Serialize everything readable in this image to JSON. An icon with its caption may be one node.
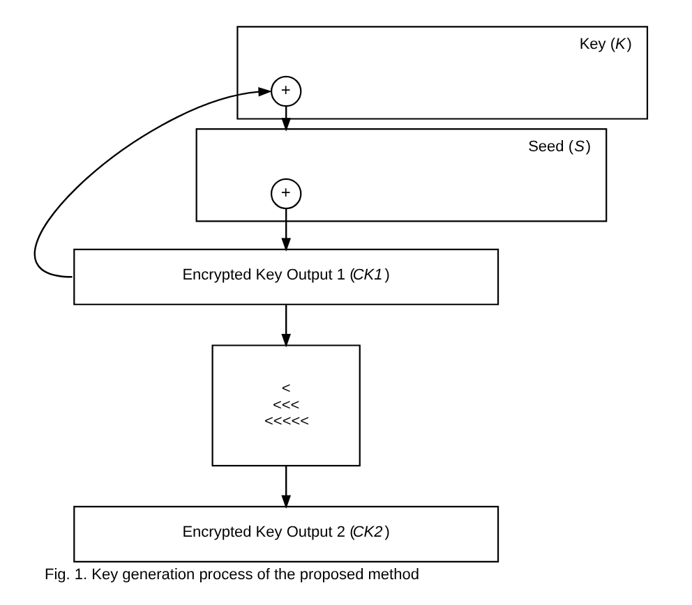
{
  "diagram": {
    "caption": "Fig. 1. Key generation process of the proposed method",
    "nodes": [
      {
        "text": [
          "Key (*K*)"
        ]
      },
      {
        "text": [
          "+"
        ],
        "in": 0
      },
      {
        "text": [
          "Seed (*S*)"
        ]
      },
      {
        "text": [
          "+"
        ],
        "in": 2
      },
      {
        "text": [
          "Encrypted Key Output 1 (*CK1*)"
        ]
      },
      {
        "text": [
          "<",
          "<<<",
          "<<<<<"
        ]
      },
      {
        "text": [
          "Encrypted Key Output 2 (*CK2*)"
        ]
      }
    ],
    "edges": [
      {
        "from": 1,
        "to": 2,
        "arrow": "to"
      },
      {
        "from": 3,
        "to": 4,
        "arrow": "to"
      },
      {
        "from": 4,
        "to": 1,
        "arrow": "to"
      },
      {
        "from": 4,
        "to": 5,
        "arrow": "to"
      },
      {
        "from": 5,
        "to": 6,
        "arrow": "to"
      }
    ]
  }
}
